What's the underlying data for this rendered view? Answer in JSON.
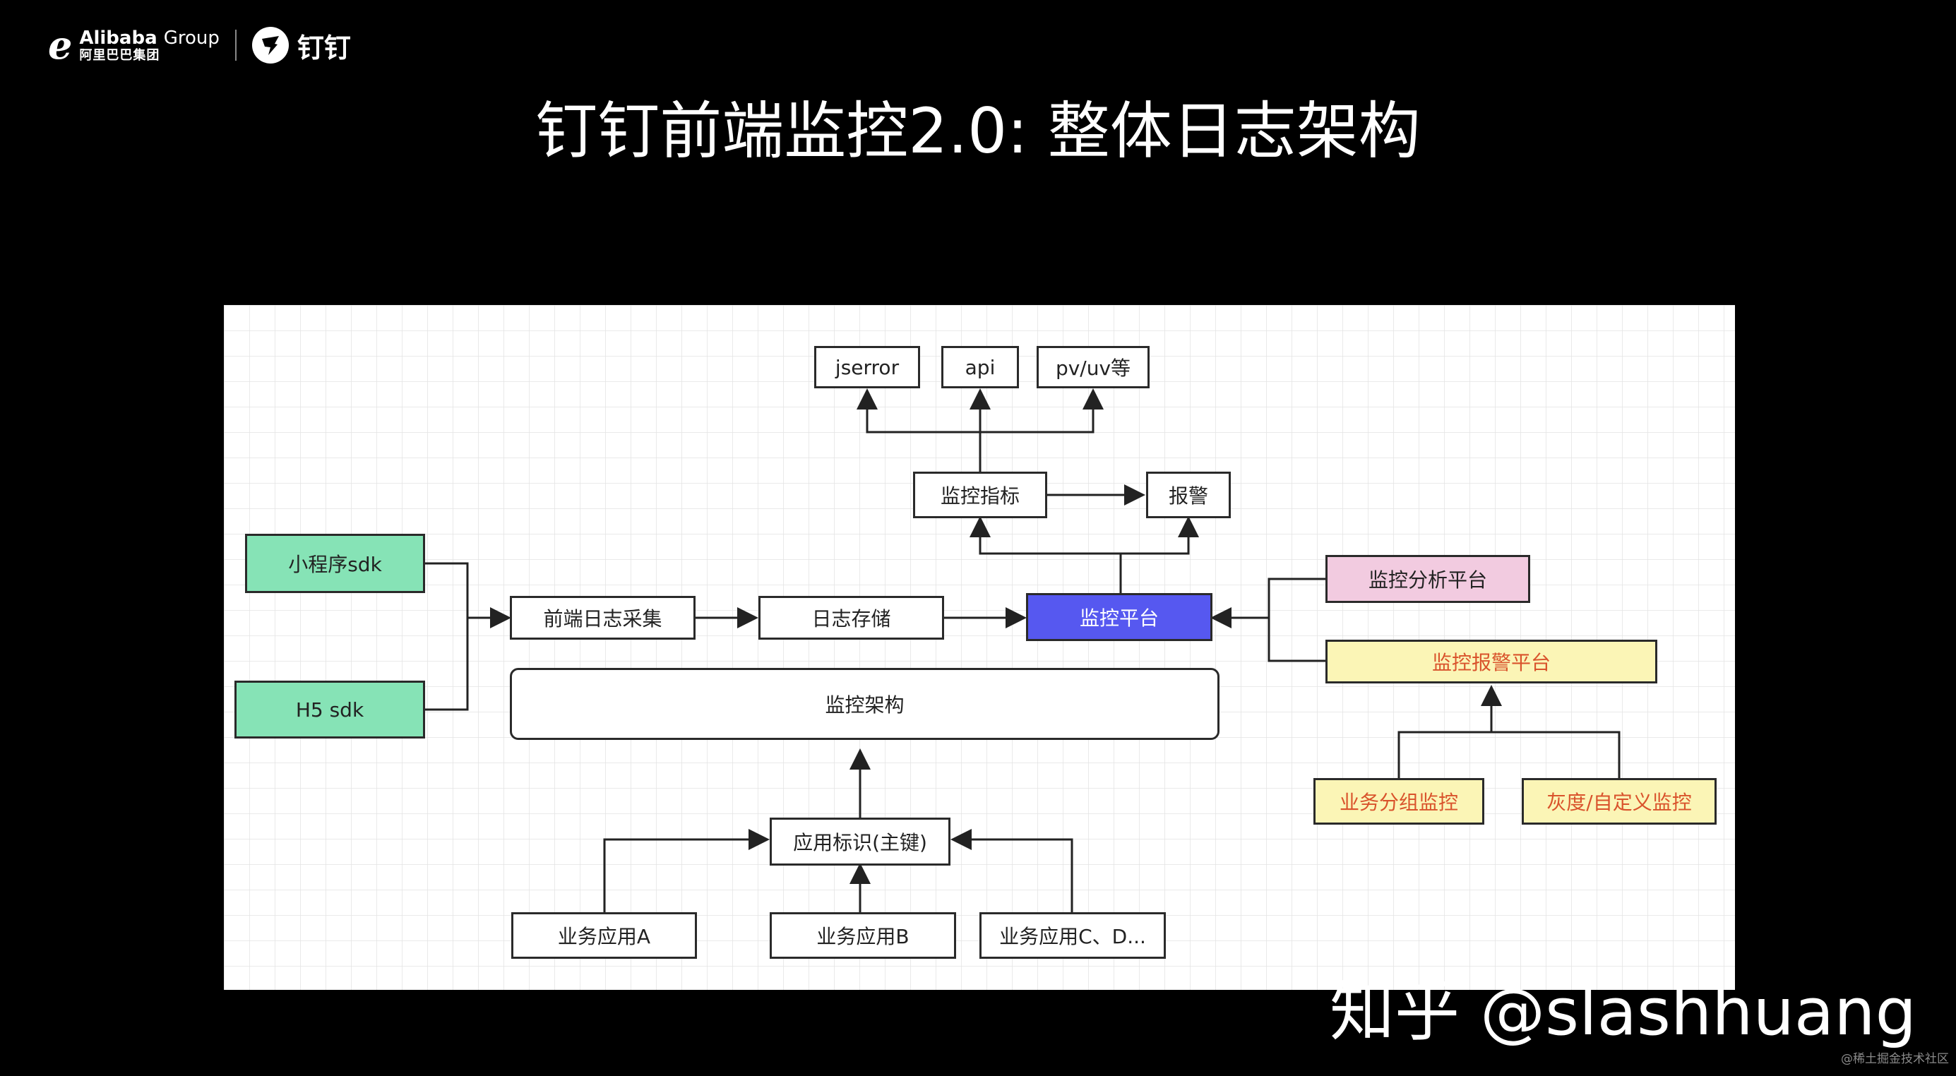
{
  "header": {
    "alibaba_en": "Alibaba",
    "alibaba_group": "Group",
    "alibaba_cn": "阿里巴巴集团",
    "dingtalk": "钉钉"
  },
  "title": "钉钉前端监控2.0: 整体日志架构",
  "diagram": {
    "nodes": {
      "jserror": "jserror",
      "api": "api",
      "pvuv": "pv/uv等",
      "metrics": "监控指标",
      "alarm": "报警",
      "miniapp_sdk": "小程序sdk",
      "h5_sdk": "H5 sdk",
      "collect": "前端日志采集",
      "storage": "日志存储",
      "platform": "监控平台",
      "analysis": "监控分析平台",
      "alarm_platform": "监控报警平台",
      "architecture": "监控架构",
      "app_id": "应用标识(主键)",
      "app_a": "业务应用A",
      "app_b": "业务应用B",
      "app_c": "业务应用C、D...",
      "group_monitor": "业务分组监控",
      "gray_monitor": "灰度/自定义监控"
    },
    "colors": {
      "green": "#86e3b6",
      "blue": "#5658f0",
      "pink": "#f2cbe0",
      "yellow": "#fbf5b6",
      "yellow_text": "#d9532c"
    }
  },
  "watermark": {
    "main": "知乎 @slashhuang",
    "sub": "@稀土掘金技术社区"
  }
}
